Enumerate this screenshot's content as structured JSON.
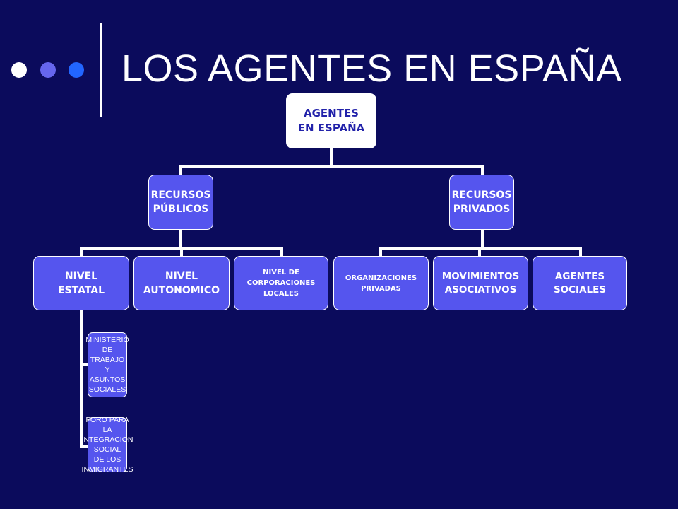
{
  "slide": {
    "title": "LOS AGENTES EN ESPAÑA",
    "colors": {
      "background": "#0b0b5c",
      "box_fill": "#5555ee",
      "dot_1": "#ffffff",
      "dot_2": "#6666ee",
      "dot_3": "#2266ff"
    }
  },
  "diagram": {
    "root": "AGENTES\nEN ESPAÑA",
    "publicos": "RECURSOS\nPÚBLICOS",
    "privados": "RECURSOS\nPRIVADOS",
    "nivel_estatal": "NIVEL\nESTATAL",
    "nivel_autonomico": "NIVEL\nAUTONOMICO",
    "nivel_local": "NIVEL DE\nCORPORACIONES\nLOCALES",
    "org_privadas": "ORGANIZACIONES\nPRIVADAS",
    "movimientos": "MOVIMIENTOS\nASOCIATIVOS",
    "agentes_sociales": "AGENTES\nSOCIALES",
    "ministerio": "MINISTERIO\nDE\nTRABAJO\nY\nASUNTOS\nSOCIALES",
    "foro": "FORO PARA\nLA INTEGRACION\nSOCIAL\nDE LOS\nINMIGRANTES"
  }
}
